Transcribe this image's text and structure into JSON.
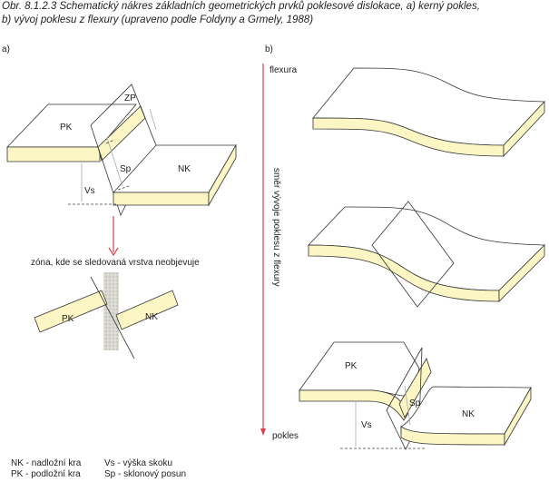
{
  "caption": {
    "line1": "Obr. 8.1.2.3  Schematický nákres základních geometrických prvků poklesové dislokace, a) kerný pokles,",
    "line2": "b) vývoj poklesu z flexury (upraveno podle Foldyny a Grmely, 1988)"
  },
  "panel_a": {
    "label": "a)",
    "pk": "PK",
    "nk": "NK",
    "zp": "ZP",
    "sp": "Sp",
    "vs": "Vs",
    "zone_text": "zóna, kde se sledovaná vrstva neobjevuje",
    "lower_pk": "PK",
    "lower_nk": "NK"
  },
  "panel_b": {
    "label": "b)",
    "top_label": "flexura",
    "bottom_label": "pokles",
    "axis_text": "směr vývoje poklesu z flexury",
    "pk": "PK",
    "nk": "NK",
    "sp": "Sp",
    "vs": "Vs"
  },
  "legend": [
    {
      "left": "NK - nadložní kra",
      "right": "Vs - výška skoku"
    },
    {
      "left": "PK - podložní kra",
      "right": "Sp - sklonový posun"
    }
  ],
  "colors": {
    "layer": "#fbf6c4",
    "arrow": "#d9414b"
  }
}
